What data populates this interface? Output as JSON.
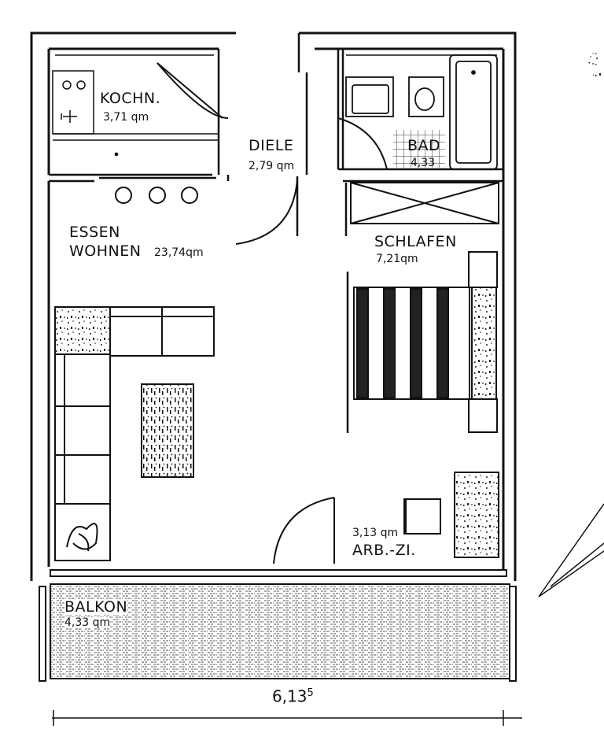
{
  "rooms": {
    "kochen": {
      "name": "KOCHN.",
      "area": "3,71 qm"
    },
    "diele": {
      "name": "DIELE",
      "area": "2,79 qm"
    },
    "bad": {
      "name": "BAD",
      "area": "4,33"
    },
    "essen": {
      "name_line1": "ESSEN",
      "name_line2": "WOHNEN",
      "area": "23,74qm"
    },
    "schlafen": {
      "name": "SCHLAFEN",
      "area": "7,21qm"
    },
    "arbeit": {
      "name": "ARB.-ZI.",
      "area": "3,13 qm"
    },
    "balkon": {
      "name": "BALKON",
      "area": "4,33 qm"
    }
  },
  "dimension": {
    "value": "6,13",
    "superscript": "5"
  }
}
